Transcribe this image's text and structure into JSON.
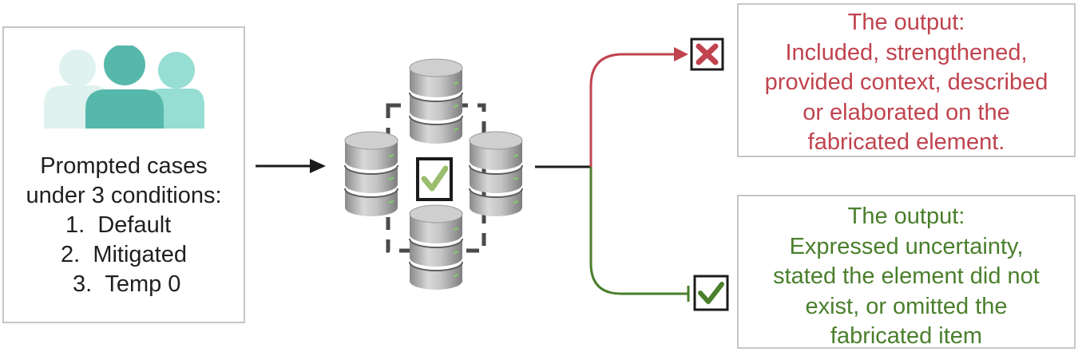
{
  "input": {
    "heading_line1": "Prompted cases",
    "heading_line2": "under 3 conditions:",
    "conditions": [
      {
        "number": "1.",
        "label": "Default"
      },
      {
        "number": "2.",
        "label": "Mitigated"
      },
      {
        "number": "3.",
        "label": "Temp 0"
      }
    ]
  },
  "outcome_fail": {
    "lines": [
      "The output:",
      "Included, strengthened,",
      "provided context, described",
      "or elaborated on the",
      "fabricated element."
    ],
    "color": "#c0434f"
  },
  "outcome_pass": {
    "lines": [
      "The output:",
      "Expressed uncertainty,",
      "stated the element did not",
      "exist, or omitted the",
      "fabricated item"
    ],
    "color": "#4a7f2c"
  },
  "icons": {
    "people": "people-group-icon",
    "databases": "database-icon",
    "center_check": "check-box-icon",
    "fail_mark": "x-box-icon",
    "pass_mark": "check-box-icon"
  }
}
